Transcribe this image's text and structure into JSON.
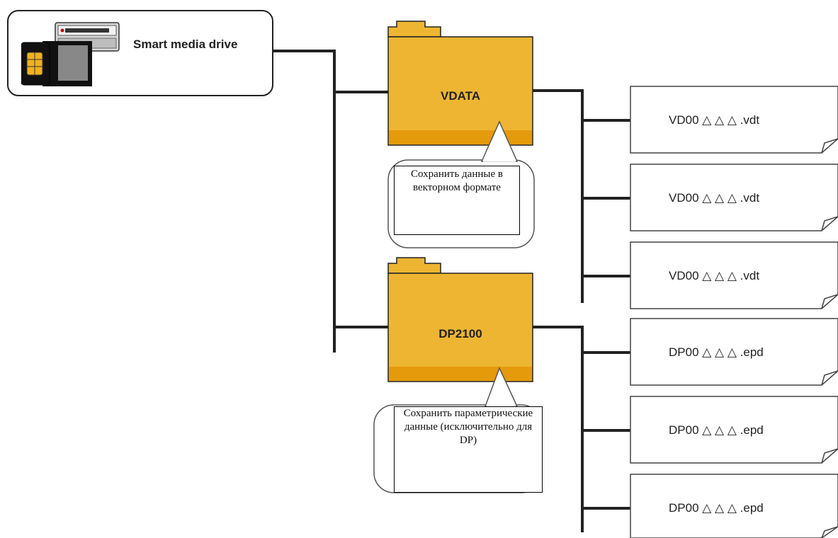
{
  "device": {
    "label": "Smart media drive",
    "icon": "smart-media-drive-icon"
  },
  "folders": [
    {
      "id": "vdata",
      "name": "VDATA",
      "note": "Сохранить данные в векторном формате",
      "files": [
        "VD00 △ △ △ .vdt",
        "VD00 △ △ △ .vdt",
        "VD00 △ △ △ .vdt"
      ]
    },
    {
      "id": "dp2100",
      "name": "DP2100",
      "note": "Сохранить параметрические данные (исключительно для DP)",
      "files": [
        "DP00 △ △ △ .epd",
        "DP00 △ △ △ .epd",
        "DP00 △ △ △ .epd"
      ]
    }
  ],
  "colors": {
    "folder_fill": "#EDB531",
    "folder_bottom": "#E59A0C",
    "line": "#222222"
  }
}
